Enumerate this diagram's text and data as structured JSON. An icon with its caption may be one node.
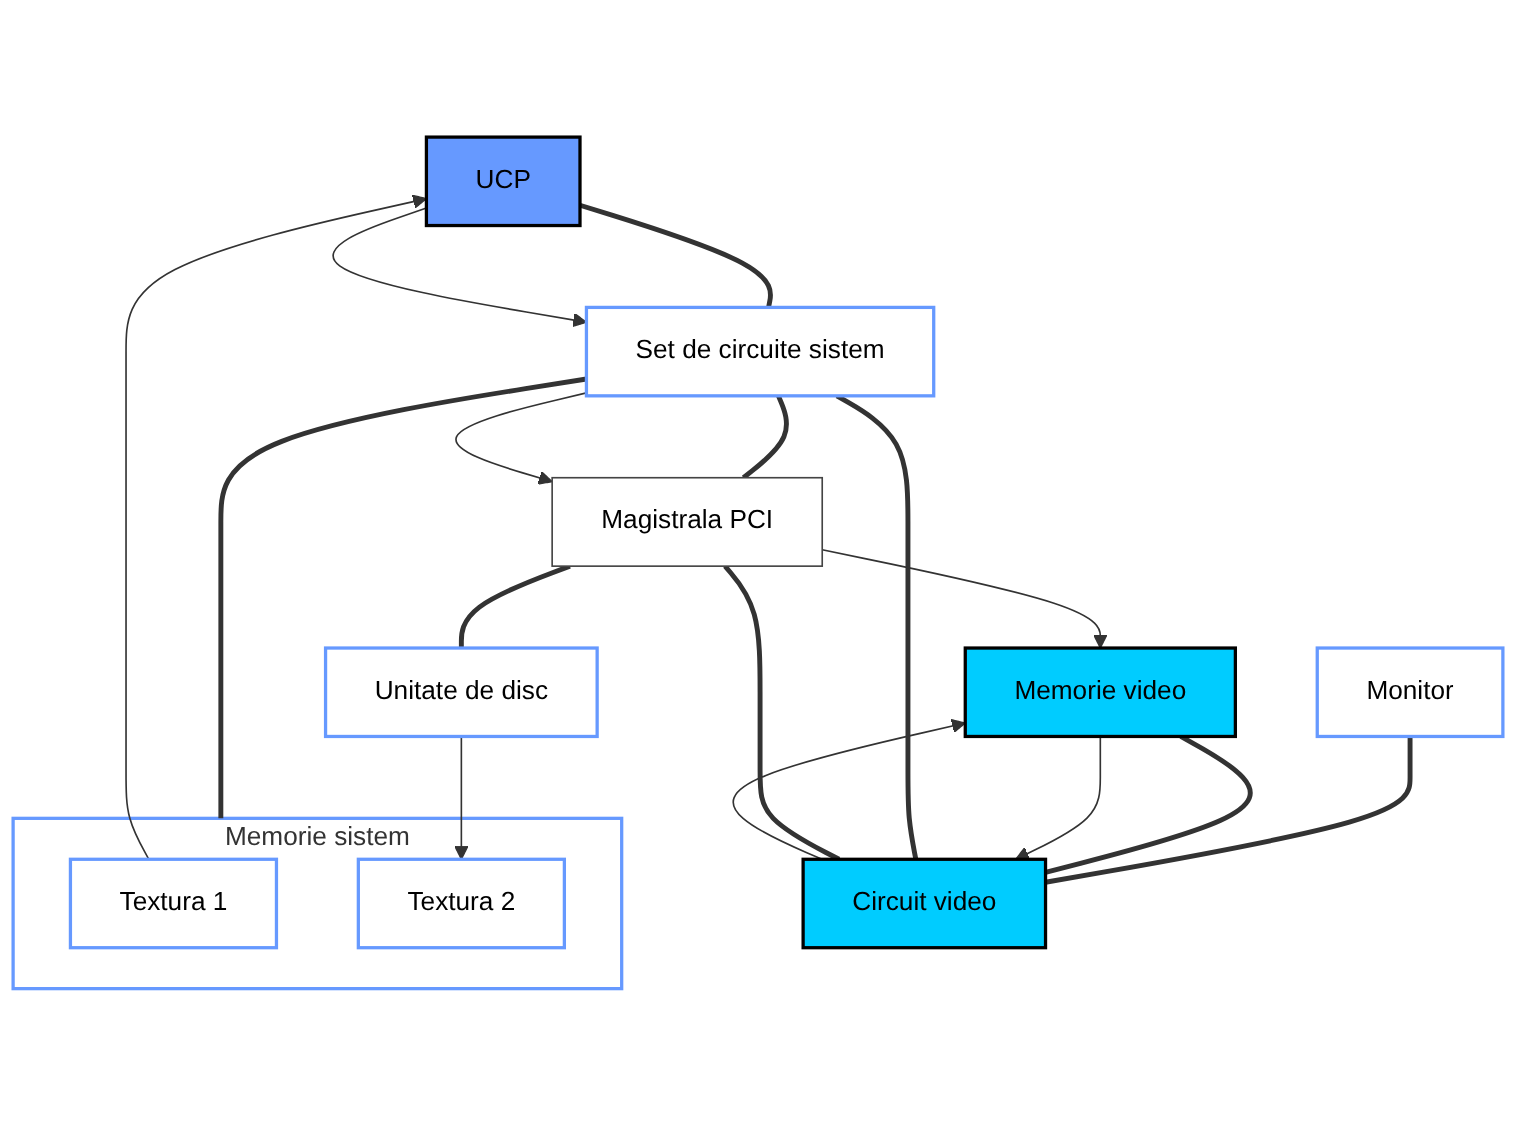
{
  "diagram": {
    "nodes": [
      {
        "text": [
          "UCP"
        ]
      },
      {
        "text": [
          "Memorie video"
        ]
      },
      {
        "text": [
          "Memorie sistem"
        ]
      },
      {
        "text": [
          "Textura 1"
        ],
        "in": 2
      },
      {
        "text": [
          "Textura 2"
        ],
        "in": 2
      },
      {
        "text": [
          "Monitor"
        ]
      },
      {
        "text": [
          "Circuit video"
        ]
      },
      {
        "text": [
          "Set de circuite sistem"
        ]
      },
      {
        "text": [
          "Magistrala PCI"
        ]
      },
      {
        "text": [
          "Unitate de disc"
        ]
      }
    ],
    "edges": [
      {
        "from": 5,
        "to": 6,
        "arrow": "none"
      },
      {
        "from": 6,
        "to": 7,
        "arrow": "none"
      },
      {
        "from": 7,
        "to": 2,
        "arrow": "none"
      },
      {
        "from": 0,
        "to": 7,
        "arrow": "none"
      },
      {
        "from": 1,
        "to": 6,
        "arrow": "none"
      },
      {
        "from": 6,
        "to": 8,
        "arrow": "none"
      },
      {
        "from": 7,
        "to": 8,
        "arrow": "none"
      },
      {
        "from": 8,
        "to": 9,
        "arrow": "none"
      },
      {
        "from": 1,
        "to": 6,
        "arrow": "to"
      },
      {
        "from": 6,
        "to": 1,
        "arrow": "to"
      },
      {
        "from": 0,
        "to": 7,
        "arrow": "to"
      },
      {
        "from": 3,
        "to": 0,
        "arrow": "to"
      },
      {
        "from": 8,
        "to": 1,
        "arrow": "to"
      },
      {
        "from": 7,
        "to": 8,
        "arrow": "to"
      },
      {
        "from": 9,
        "to": 4,
        "arrow": "to"
      }
    ]
  }
}
